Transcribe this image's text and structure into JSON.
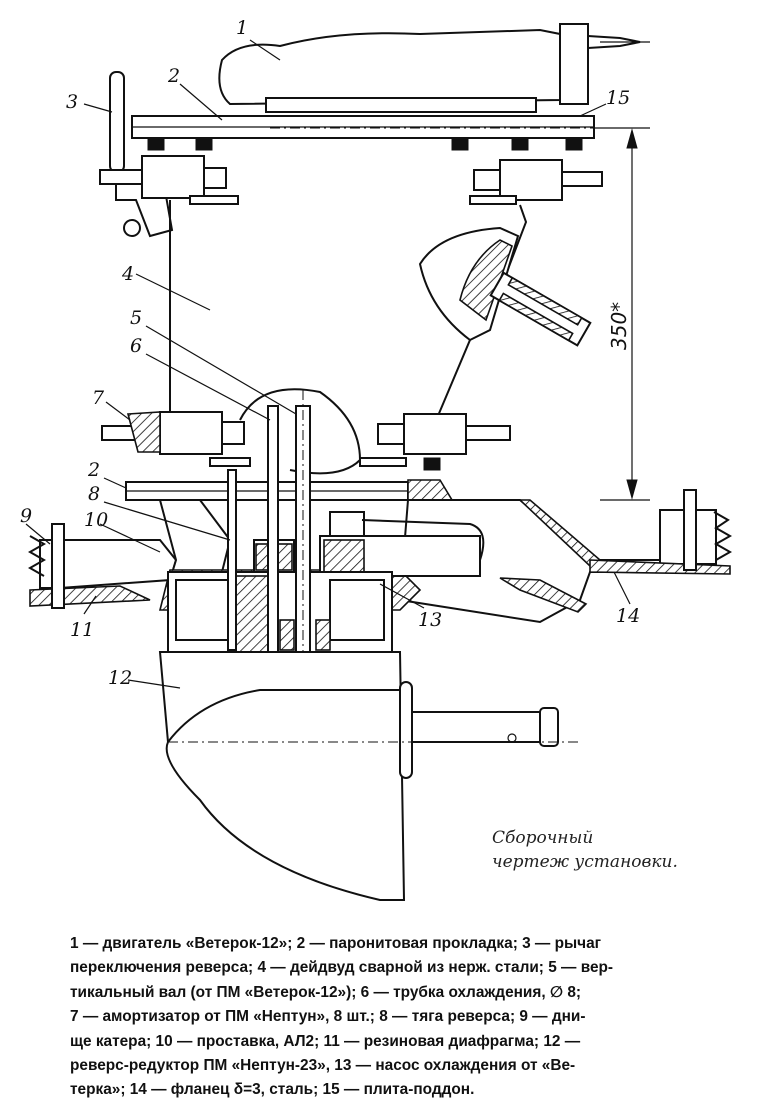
{
  "diagram": {
    "part_labels": [
      {
        "id": "1",
        "text": "1"
      },
      {
        "id": "2a",
        "text": "2"
      },
      {
        "id": "3",
        "text": "3"
      },
      {
        "id": "15",
        "text": "15"
      },
      {
        "id": "4",
        "text": "4"
      },
      {
        "id": "5",
        "text": "5"
      },
      {
        "id": "6",
        "text": "6"
      },
      {
        "id": "7",
        "text": "7"
      },
      {
        "id": "2b",
        "text": "2"
      },
      {
        "id": "8",
        "text": "8"
      },
      {
        "id": "9",
        "text": "9"
      },
      {
        "id": "10",
        "text": "10"
      },
      {
        "id": "11",
        "text": "11"
      },
      {
        "id": "13",
        "text": "13"
      },
      {
        "id": "14",
        "text": "14"
      },
      {
        "id": "12",
        "text": "12"
      }
    ],
    "dimension_label": "350*",
    "caption_lines": [
      "Сборочный",
      "чертеж установки."
    ]
  },
  "legend_lines": [
    "1 — двигатель «Ветерок-12»; 2 — паронитовая прокладка; 3 — рычаг",
    "переключения реверса; 4 — дейдвуд сварной из нерж. стали; 5 — вер-",
    "тикальный вал (от ПМ «Ветерок-12»); 6 — трубка охлаждения, ∅ 8;",
    "7 — амортизатор от ПМ «Нептун», 8 шт.; 8 — тяга реверса; 9 — дни-",
    "ще катера; 10 — проставка, АЛ2; 11 — резиновая диафрагма; 12 —",
    "реверс-редуктор ПМ «Нептун-23», 13 — насос охлаждения от «Ве-",
    "терка»; 14 — фланец δ=3, сталь; 15 — плита-поддон."
  ]
}
